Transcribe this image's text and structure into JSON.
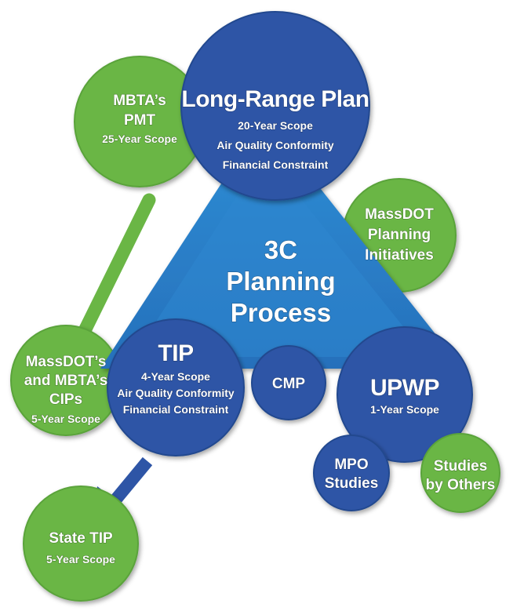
{
  "colors": {
    "green": "#6ab645",
    "green_stroke": "#5aa33a",
    "blue": "#2e55a6",
    "blue_stroke": "#24488f",
    "triangle": "#2b7fc8",
    "triangle_dark": "#2266ad"
  },
  "core": {
    "line1": "3C",
    "line2": "Planning",
    "line3": "Process"
  },
  "long_range_plan": {
    "title": "Long-Range Plan",
    "line1": "20-Year Scope",
    "line2": "Air Quality Conformity",
    "line3": "Financial Constraint"
  },
  "tip": {
    "title": "TIP",
    "line1": "4-Year Scope",
    "line2": "Air Quality Conformity",
    "line3": "Financial Constraint"
  },
  "upwp": {
    "title": "UPWP",
    "line1": "1-Year Scope"
  },
  "cmp": {
    "title": "CMP"
  },
  "mbta_pmt": {
    "line1": "MBTA’s",
    "line2": "PMT",
    "line3": "25-Year Scope"
  },
  "massdot_initiatives": {
    "line1": "MassDOT",
    "line2": "Planning",
    "line3": "Initiatives"
  },
  "cips": {
    "line1": "MassDOT’s",
    "line2": "and MBTA’s",
    "line3": "CIPs",
    "line4": "5-Year Scope"
  },
  "state_tip": {
    "title": "State TIP",
    "line1": "5-Year Scope"
  },
  "mpo_studies": {
    "line1": "MPO",
    "line2": "Studies"
  },
  "studies_by_others": {
    "line1": "Studies",
    "line2": "by Others"
  }
}
